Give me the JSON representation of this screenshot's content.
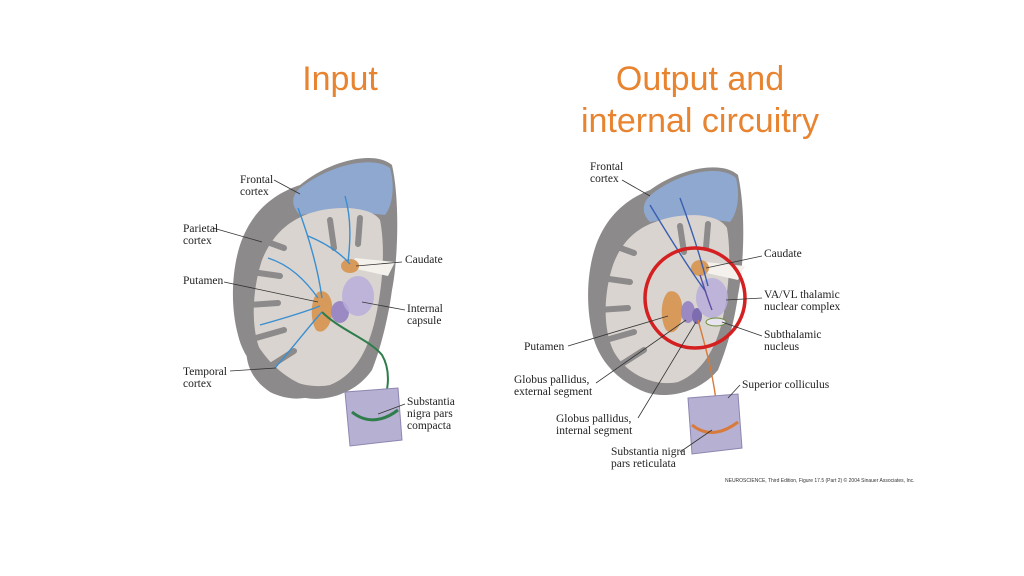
{
  "titles": {
    "left": "Input",
    "right_line1": "Output and",
    "right_line2": "internal circuitry"
  },
  "left_labels": {
    "frontal": [
      "Frontal",
      "cortex"
    ],
    "parietal": [
      "Parietal",
      "cortex"
    ],
    "putamen": "Putamen",
    "temporal": [
      "Temporal",
      "cortex"
    ],
    "caudate": "Caudate",
    "internal_capsule": [
      "Internal",
      "capsule"
    ],
    "substantia": [
      "Substantia",
      "nigra pars",
      "compacta"
    ]
  },
  "right_labels": {
    "frontal": [
      "Frontal",
      "cortex"
    ],
    "caudate": "Caudate",
    "vavl": [
      "VA/VL thalamic",
      "nuclear complex"
    ],
    "subthalamic": [
      "Subthalamic",
      "nucleus"
    ],
    "putamen": "Putamen",
    "gp_external": [
      "Globus pallidus,",
      "external segment"
    ],
    "superior_colliculus": "Superior colliculus",
    "gp_internal": [
      "Globus pallidus,",
      "internal segment"
    ],
    "sn_reticulata": [
      "Substantia nigra",
      "pars reticulata"
    ]
  },
  "caption": "NEUROSCIENCE, Third Edition, Figure 17.5 (Part 2)  © 2004 Sinauer Associates, Inc.",
  "colors": {
    "title": "#e8832f",
    "highlight_circle": "#d42020",
    "cortex_blue": "#8fa8d0",
    "gray_matter": "#8c8a8a",
    "white_matter": "#d9d4d0",
    "striatum": "#d89a5a",
    "pallidus": "#9b89c4",
    "input_fibers": "#3a8fd0",
    "nigra_path": "#2e7d4a"
  }
}
